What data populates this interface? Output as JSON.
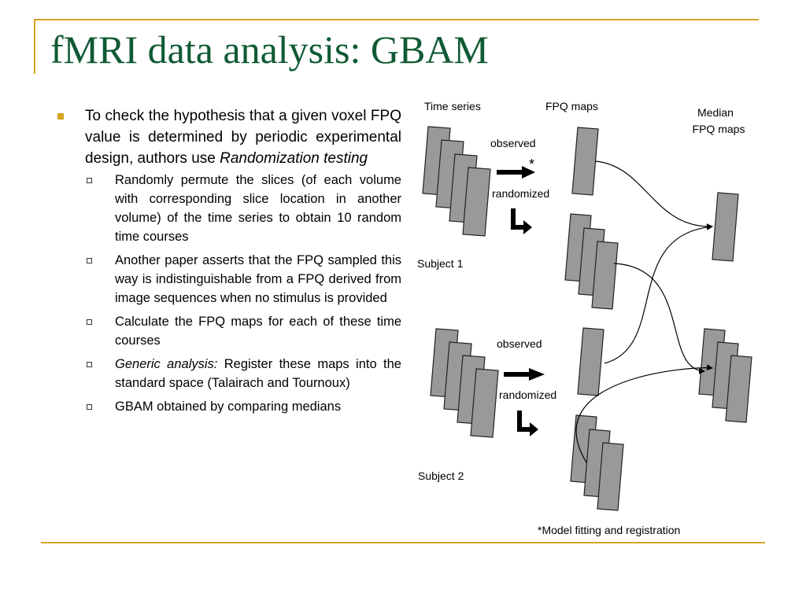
{
  "slide": {
    "title": "fMRI data analysis: GBAM",
    "main_bullet": {
      "text": "To check the hypothesis that a given voxel FPQ value is determined by periodic experimental design, authors use ",
      "emphasis": "Randomization testing"
    },
    "sub_bullets": [
      {
        "emphasis": "",
        "text": "Randomly permute the slices (of each volume with corresponding slice location in another volume) of the time series to obtain 10 random time courses"
      },
      {
        "emphasis": "",
        "text": "Another paper asserts that the FPQ sampled this way is indistinguishable from a FPQ derived from image sequences when no stimulus is provided"
      },
      {
        "emphasis": "",
        "text": "Calculate the FPQ maps for each of these time courses"
      },
      {
        "emphasis": "Generic analysis:",
        "text": " Register these maps into the standard space (Talairach and Tournoux)"
      },
      {
        "emphasis": "",
        "text": "GBAM obtained by comparing medians"
      }
    ]
  },
  "diagram": {
    "time_series_label": "Time series",
    "fpq_maps_label": "FPQ maps",
    "median_label_line1": "Median",
    "median_label_line2": "FPQ maps",
    "observed_label_1": "observed",
    "randomized_label_1": "randomized",
    "asterisk": "*",
    "subject1_label": "Subject 1",
    "observed_label_2": "observed",
    "randomized_label_2": "randomized",
    "subject2_label": "Subject 2",
    "footnote": "*Model fitting and registration"
  },
  "colors": {
    "title": "#0f5a34",
    "accent": "#d6a31f",
    "panel": "#999999"
  }
}
